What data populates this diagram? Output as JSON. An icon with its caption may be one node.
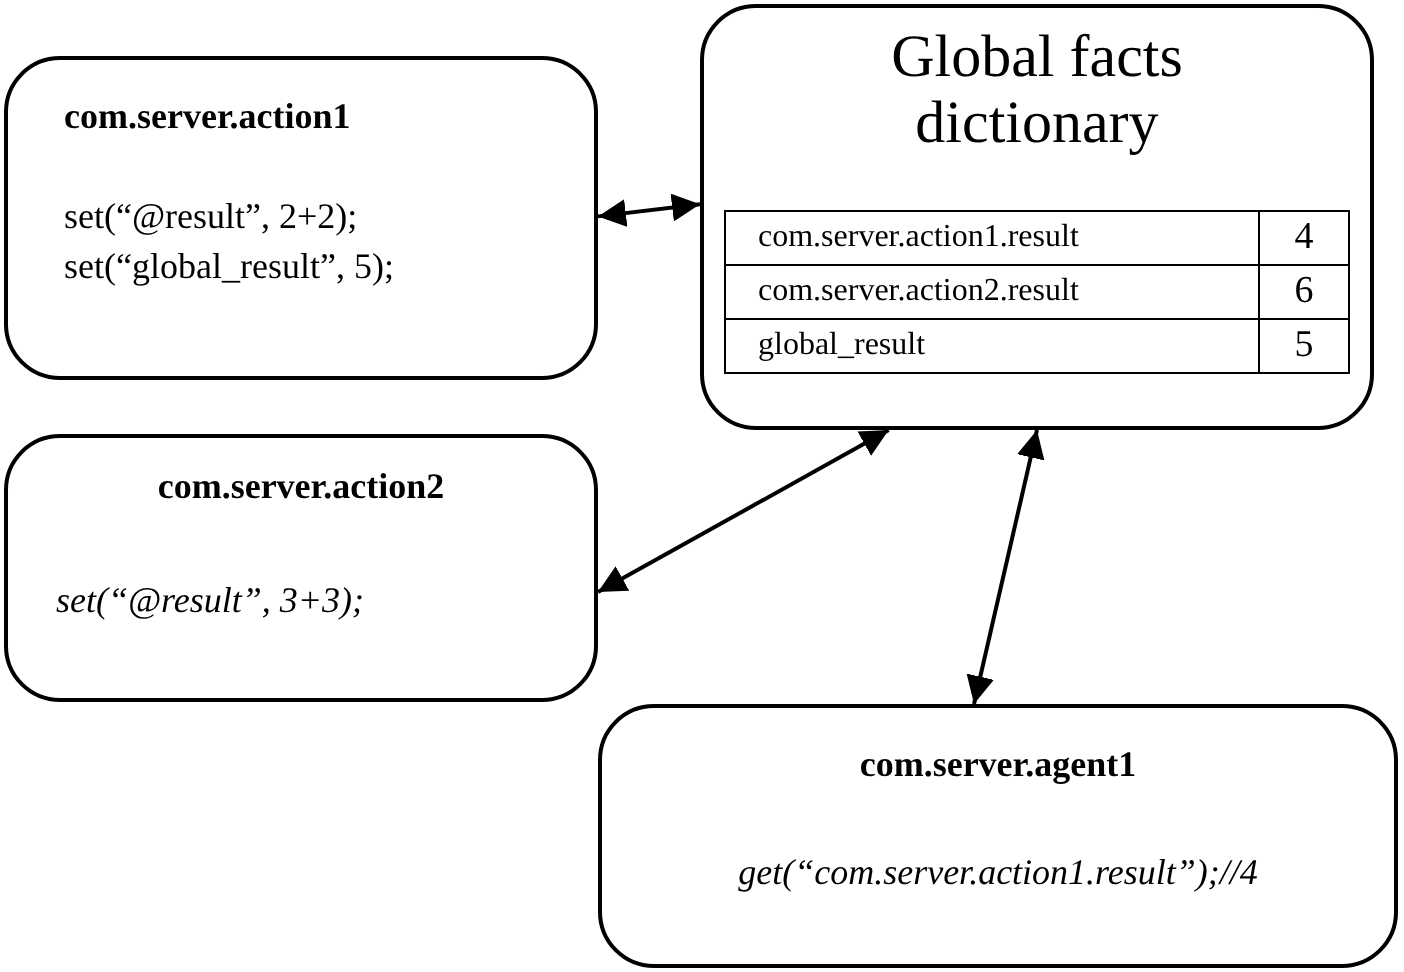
{
  "diagram": {
    "nodes": [
      {
        "text": [
          "com.server.action1",
          "set(“@result”, 2+2);",
          "set(“global_result”, 5);"
        ]
      },
      {
        "text": [
          "Global facts dictionary"
        ]
      },
      {
        "text": [
          "com.server.action2",
          "set(“@result”, 3+3);"
        ]
      },
      {
        "text": [
          "com.server.agent1",
          "get(“com.server.action1.result”);//4"
        ]
      }
    ],
    "edges": [
      {
        "from": 0,
        "to": 1,
        "arrow": "both"
      },
      {
        "from": 2,
        "to": 1,
        "arrow": "both"
      },
      {
        "from": 3,
        "to": 1,
        "arrow": "both"
      }
    ],
    "labels": [
      "com.server.action1.result",
      "4",
      "com.server.action2.result",
      "6",
      "global_result",
      "5"
    ]
  }
}
